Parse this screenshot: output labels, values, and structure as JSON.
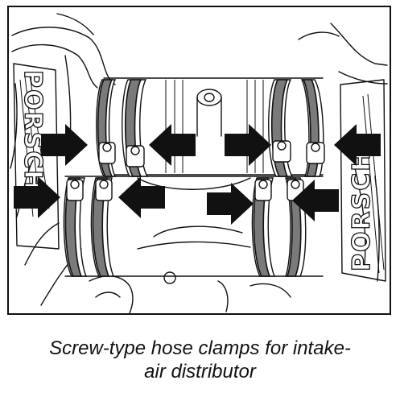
{
  "figure": {
    "caption_line1": "Screw-type hose clamps for intake-",
    "caption_line2": "air distributor",
    "logo_text_left": "PORSCHE",
    "logo_text_right": "PORSCHE",
    "arrow_color": "#111111",
    "clamp_color": "#7a7a7a"
  }
}
